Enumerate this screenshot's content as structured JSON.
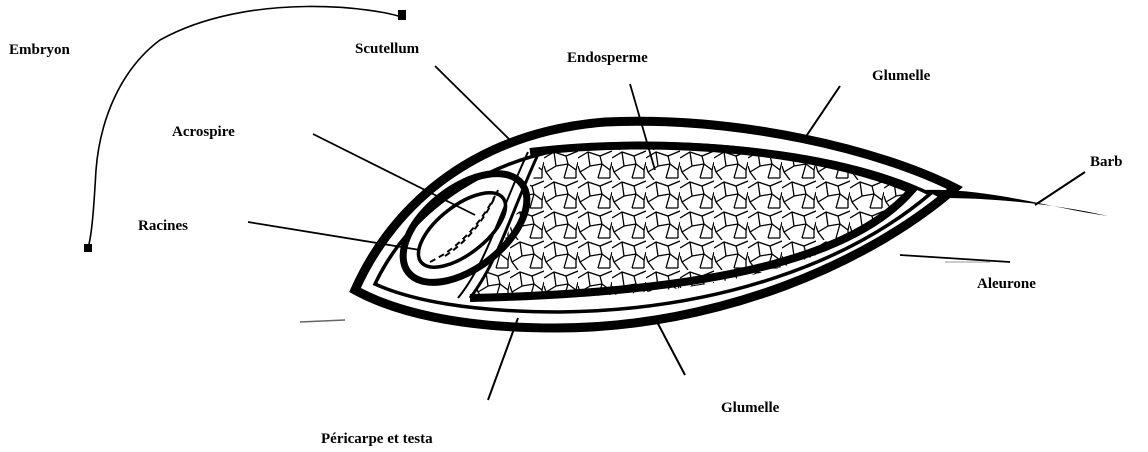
{
  "labels": {
    "embryon": "Embryon",
    "scutellum": "Scutellum",
    "endosperme": "Endosperme",
    "glumelle_top": "Glumelle",
    "barb": "Barb",
    "acrospire": "Acrospire",
    "racines": "Racines",
    "aleurone": "Aleurone",
    "glumelle_bottom": "Glumelle",
    "pericarpe": "Péricarpe et testa"
  },
  "colors": {
    "ink": "#000000",
    "background": "#ffffff"
  }
}
